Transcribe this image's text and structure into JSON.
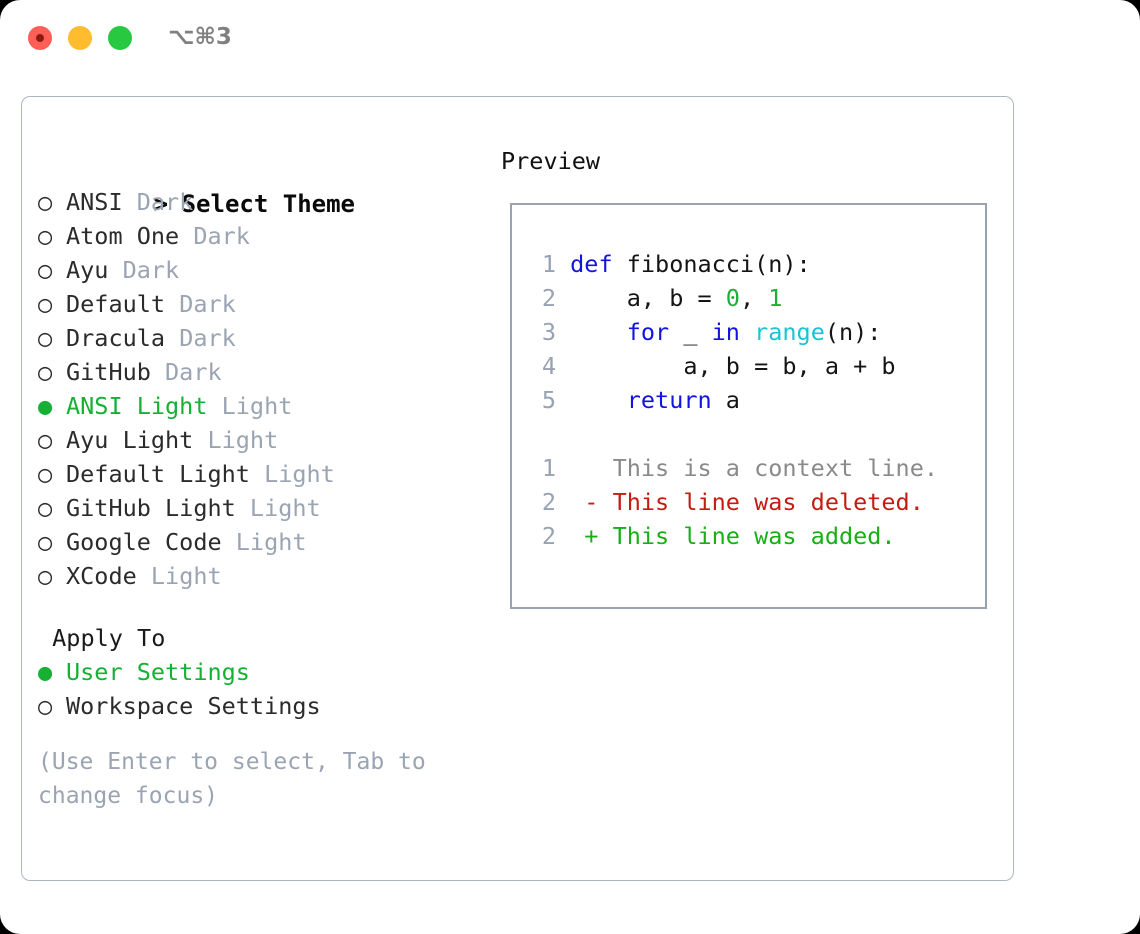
{
  "titlebar": {
    "shortcut": "⌥⌘3",
    "buttons": {
      "close": "close-button",
      "minimize": "minimize-button",
      "maximize": "maximize-button"
    }
  },
  "theme_picker": {
    "header_marker": ">",
    "header_label": "Select Theme",
    "items": [
      {
        "marker": "○",
        "name": "ANSI",
        "category": "Dark",
        "selected": false
      },
      {
        "marker": "○",
        "name": "Atom One",
        "category": "Dark",
        "selected": false
      },
      {
        "marker": "○",
        "name": "Ayu",
        "category": "Dark",
        "selected": false
      },
      {
        "marker": "○",
        "name": "Default",
        "category": "Dark",
        "selected": false
      },
      {
        "marker": "○",
        "name": "Dracula",
        "category": "Dark",
        "selected": false
      },
      {
        "marker": "○",
        "name": "GitHub",
        "category": "Dark",
        "selected": false
      },
      {
        "marker": "●",
        "name": "ANSI Light",
        "category": "Light",
        "selected": true
      },
      {
        "marker": "○",
        "name": "Ayu Light",
        "category": "Light",
        "selected": false
      },
      {
        "marker": "○",
        "name": "Default Light",
        "category": "Light",
        "selected": false
      },
      {
        "marker": "○",
        "name": "GitHub Light",
        "category": "Light",
        "selected": false
      },
      {
        "marker": "○",
        "name": "Google Code",
        "category": "Light",
        "selected": false
      },
      {
        "marker": "○",
        "name": "XCode",
        "category": "Light",
        "selected": false
      }
    ]
  },
  "apply_to": {
    "label": "Apply To",
    "items": [
      {
        "marker": "●",
        "name": "User Settings",
        "selected": true
      },
      {
        "marker": "○",
        "name": "Workspace Settings",
        "selected": false
      }
    ]
  },
  "hint": "(Use Enter to select, Tab to change focus)",
  "preview": {
    "title": "Preview",
    "code_lines": [
      {
        "n": "1",
        "tokens": [
          {
            "t": "def ",
            "c": "kw"
          },
          {
            "t": "fibonacci(n):",
            "c": "pl"
          }
        ]
      },
      {
        "n": "2",
        "tokens": [
          {
            "t": "    a, b = ",
            "c": "pl"
          },
          {
            "t": "0",
            "c": "num"
          },
          {
            "t": ", ",
            "c": "pl"
          },
          {
            "t": "1",
            "c": "num"
          }
        ]
      },
      {
        "n": "3",
        "tokens": [
          {
            "t": "    ",
            "c": "pl"
          },
          {
            "t": "for",
            "c": "kw"
          },
          {
            "t": " _ ",
            "c": "pl"
          },
          {
            "t": "in",
            "c": "kw"
          },
          {
            "t": " ",
            "c": "pl"
          },
          {
            "t": "range",
            "c": "bi"
          },
          {
            "t": "(n):",
            "c": "pl"
          }
        ]
      },
      {
        "n": "4",
        "tokens": [
          {
            "t": "        a, b = b, a + b",
            "c": "pl"
          }
        ]
      },
      {
        "n": "5",
        "tokens": [
          {
            "t": "    ",
            "c": "pl"
          },
          {
            "t": "return",
            "c": "kw"
          },
          {
            "t": " a",
            "c": "pl"
          }
        ]
      }
    ],
    "diff_lines": [
      {
        "n": "1",
        "sign": " ",
        "text": "This is a context line.",
        "kind": "context"
      },
      {
        "n": "2",
        "sign": "-",
        "text": "This line was deleted.",
        "kind": "deleted"
      },
      {
        "n": "2",
        "sign": "+",
        "text": "This line was added.",
        "kind": "added"
      }
    ]
  },
  "colors": {
    "selected_green": "#15b034",
    "muted_gray": "#9aa4b2",
    "keyword_blue": "#1414e0",
    "number_green": "#18b038",
    "builtin_cyan": "#17c4d4",
    "diff_deleted": "#c41c10",
    "diff_added": "#16b016",
    "border": "#98a2b3",
    "traffic_red": "#ff5f57",
    "traffic_yellow": "#febc2e",
    "traffic_green": "#28c840"
  }
}
